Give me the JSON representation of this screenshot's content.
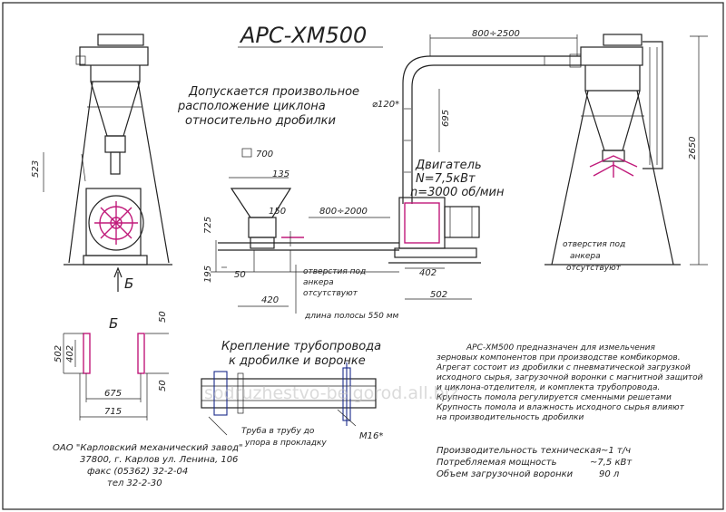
{
  "title": "АРС-ХМ500",
  "cyclone_note": [
    "Допускается произвольное",
    "расположение циклона",
    "относительно дробилки"
  ],
  "motor": {
    "label": "Двигатель",
    "power": "N=7,5кВт",
    "speed": "n=3000 об/мин"
  },
  "dims": {
    "d800_2500": "800÷2500",
    "d120": "⌀120*",
    "d695": "695",
    "d2650": "2650",
    "d523": "523",
    "d700": "700",
    "d135": "135",
    "d150": "150",
    "d725": "725",
    "d800_2000": "800÷2000",
    "d195": "195",
    "d50": "50",
    "d420": "420",
    "d402": "402",
    "d502": "502",
    "d_b502": "502",
    "d_b402": "402",
    "d_b50a": "50",
    "d_b50b": "50",
    "d675": "675",
    "d715": "715",
    "dM16": "M16*"
  },
  "view_b_arrow": "Б",
  "view_b_title": "Б",
  "anchor_note_1": [
    "отверстия под",
    "анкера",
    "отсутствуют"
  ],
  "anchor_note_2": [
    "отверстия под",
    "анкера",
    "отсутствуют"
  ],
  "strip_length": "длина полосы 550 мм",
  "pipe_fixing_title": [
    "Крепление трубопровода",
    "к дробилке и воронке"
  ],
  "pipe_note": [
    "Труба в трубу до",
    "упора в прокладку"
  ],
  "description": [
    "АРС-ХМ500 предназначен для измельчения",
    "зерновых компонентов при производстве комбикормов.",
    "Агрегат состоит из дробилки с пневматической загрузкой",
    "исходного сырья, загрузочной воронки с магнитной защитой",
    "и циклона-отделителя, и комплекта трубопровода.",
    "Крупность помола регулируется сменными решетами",
    "Крупность помола и влажность исходного сырья влияют",
    "на производительность дробилки"
  ],
  "specs": [
    {
      "label": "Производительность  техническая",
      "value": "~1 т/ч"
    },
    {
      "label": "Потребляемая мощность",
      "value": "~7,5 кВт"
    },
    {
      "label": "Объем загрузочной воронки",
      "value": "90 л"
    }
  ],
  "manufacturer": [
    "ОАО \"Карловский механический завод\"",
    "37800,  г. Карлов ул. Ленина, 106",
    "факс (05362) 32-2-04",
    "тел 32-2-30"
  ],
  "watermark": "sodruzhestvo-belgorod.all.biz"
}
